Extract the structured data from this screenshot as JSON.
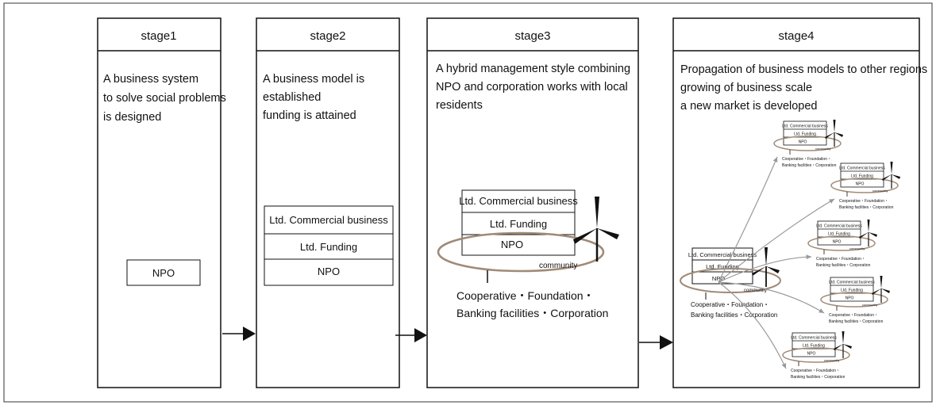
{
  "stages": [
    {
      "title": "stage1",
      "description": [
        "A business system",
        "to solve social problems",
        "is designed"
      ],
      "boxes": [
        "NPO"
      ]
    },
    {
      "title": "stage2",
      "description": [
        "A business model is",
        "established",
        "funding is attained"
      ],
      "boxes": [
        "Ltd. Commercial business",
        "Ltd. Funding",
        "NPO"
      ]
    },
    {
      "title": "stage3",
      "description": [
        "A hybrid management style combining",
        "NPO and corporation works with local",
        "residents"
      ],
      "boxes": [
        "Ltd. Commercial business",
        "Ltd. Funding",
        "NPO"
      ],
      "community": "community",
      "organizations": [
        "Cooperative・Foundation・",
        "Banking facilities・Corporation"
      ]
    },
    {
      "title": "stage4",
      "description": [
        "Propagation of business models to other regions",
        "growing of business scale",
        "a new market is developed"
      ],
      "boxes": [
        "Ltd. Commercial business",
        "Ltd. Funding",
        "NPO"
      ],
      "community": "community",
      "organizations": [
        "Cooperative・Foundation・",
        "Banking facilities・Corporation"
      ],
      "branches": 5
    }
  ],
  "colors": {
    "line": "#111111",
    "community_ring": "#a08a76",
    "arrow_gray": "#999999"
  }
}
